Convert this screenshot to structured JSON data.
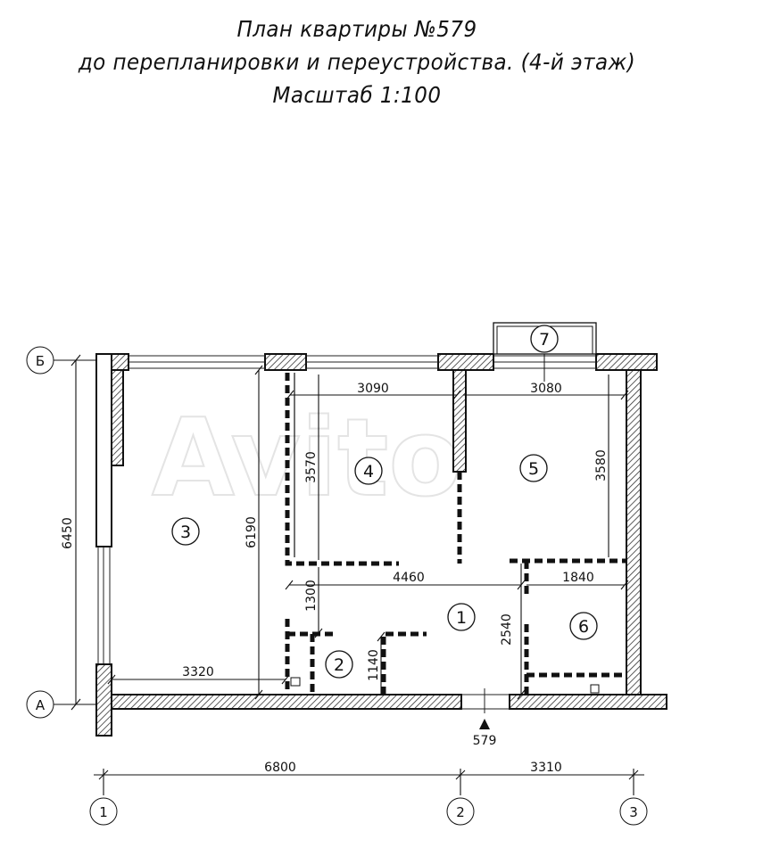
{
  "title": {
    "line1": "План квартиры №579",
    "line2": "до перепланировки и переустройства. (4-й этаж)",
    "line3": "Масштаб 1:100"
  },
  "watermark": "Avito",
  "rooms": [
    "1",
    "2",
    "3",
    "4",
    "5",
    "6",
    "7"
  ],
  "dimensions": {
    "room4_width": "3090",
    "room5_width": "3080",
    "room4_height": "3570",
    "room5_height": "3580",
    "room3_height": "6190",
    "hall_width": "4460",
    "room6_width": "1840",
    "hall_height": "1300",
    "room6_height": "2540",
    "room2_height": "1140",
    "room3_width": "3320",
    "overall_height": "6450",
    "axis_1_2": "6800",
    "axis_2_3": "3310"
  },
  "entrance_label": "579",
  "axes": {
    "row_top": "Б",
    "row_bottom": "А",
    "col1": "1",
    "col2": "2",
    "col3": "3"
  }
}
